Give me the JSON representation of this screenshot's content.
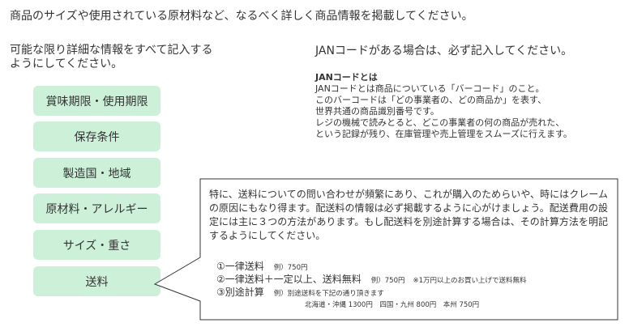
{
  "intro": "商品のサイズや使用されている原材料など、なるべく詳しく商品情報を掲載してください。",
  "left_note": "可能な限り詳細な情報をすべて記入する\nようにしてください。",
  "jan": {
    "note": "JANコードがある場合は、必ず記入してください。",
    "title": "JANコードとは",
    "lines": [
      "JANコードとは商品についている「バーコード」のこと。",
      "このバーコードは「どの事業者の、どの商品か」を表す、",
      "世界共通の商品識別番号です。",
      "レジの機械で読みとると、どこの事業者の何の商品が売れた、",
      "という記録が残り、在庫管理や売上管理をスムーズに行えます。"
    ]
  },
  "categories": [
    "賞味期限・使用期限",
    "保存条件",
    "製造国・地域",
    "原材料・アレルギー",
    "サイズ・重さ",
    "送料"
  ],
  "shipping": {
    "description": "特に、送料についての問い合わせが頻繁にあり、これが購入のためらいや、時にはクレームの原因にもなり得ます。配送料の情報は必ず掲載するように心がけましょう。配送費用の設定には主に３つの方法があります。もし配送料を別途計算する場合は、その計算方法を明記するようにしてください。",
    "methods": [
      {
        "label": "①一律送料",
        "example": "例）750円",
        "extra": ""
      },
      {
        "label": "②一律送料＋一定以上、送料無料",
        "example": "例）750円",
        "extra": "※1万円以上のお買い上げで送料無料"
      },
      {
        "label": "③別途計算",
        "example": "例）別途送料を下記の通り頂きます",
        "extra": ""
      }
    ],
    "regional": "北海道・沖縄 1300円　四国・九州 800円　本州 750円"
  },
  "colors": {
    "category_bg": "#ccf0d8",
    "text": "#333333",
    "callout_border": "#333333"
  }
}
